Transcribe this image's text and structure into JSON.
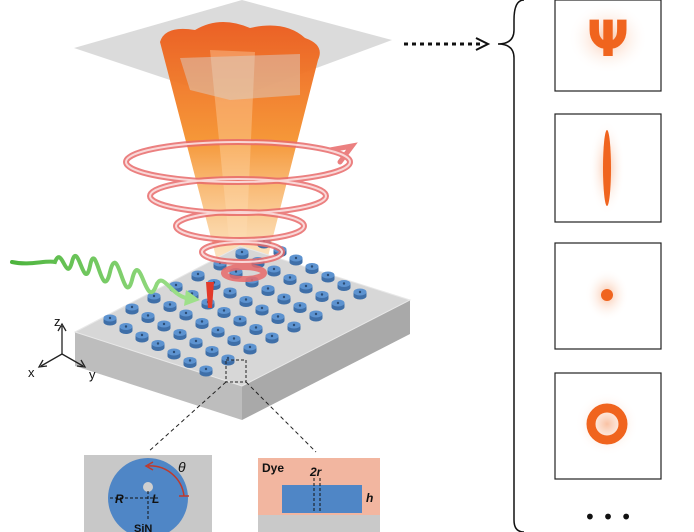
{
  "axes": {
    "z": "z",
    "x": "x",
    "y": "y"
  },
  "inset_top_view": {
    "theta": "θ",
    "R": "R",
    "L": "L",
    "material": "SiN"
  },
  "inset_side_view": {
    "dye": "Dye",
    "diameter": "2r",
    "height": "h"
  },
  "output_panels": [
    {
      "pattern": "psi",
      "glyph": "Ψ"
    },
    {
      "pattern": "line"
    },
    {
      "pattern": "dot"
    },
    {
      "pattern": "ring"
    }
  ],
  "continuation": "• • •",
  "colors": {
    "beam_orange": "#f0641e",
    "spiral_red": "#e86a6a",
    "wave_green": "#5cc24a",
    "pillar_blue": "#4f86c6",
    "substrate_grey": "#c9c9c9",
    "dye_pink": "#f2b6a0"
  }
}
